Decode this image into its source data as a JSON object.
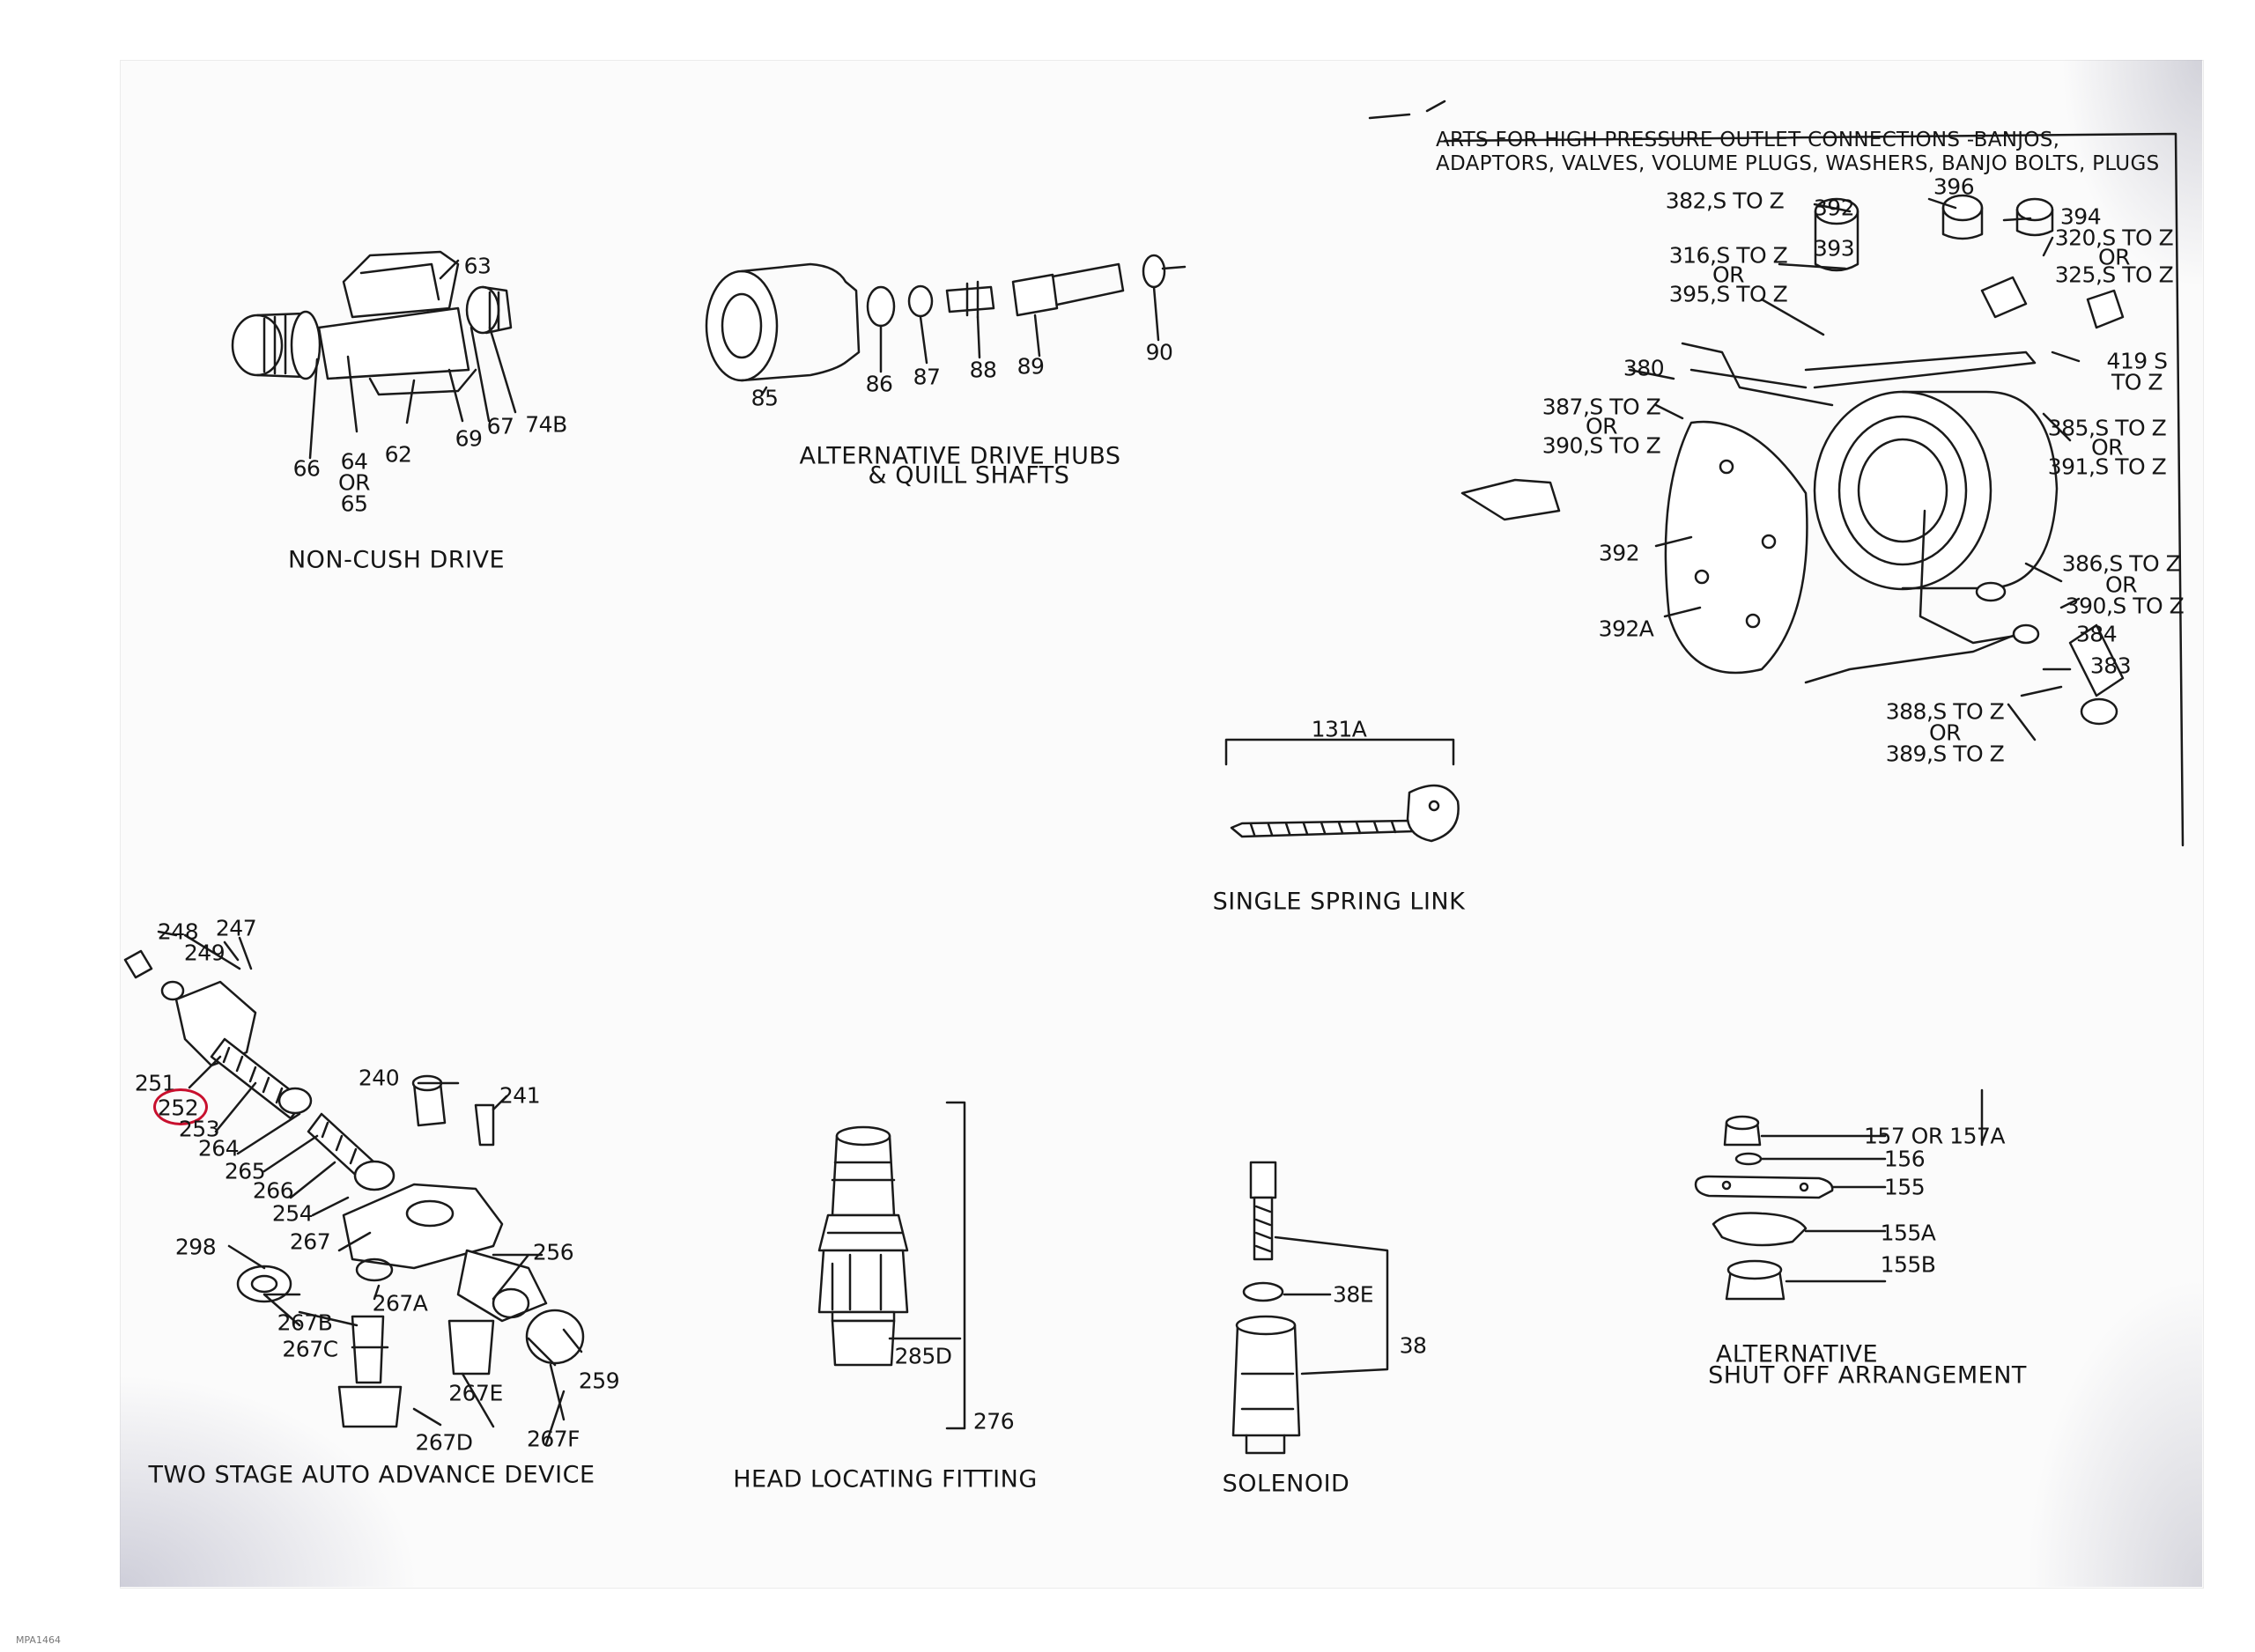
{
  "document": {
    "header_line1": "ARTS FOR HIGH PRESSURE OUTLET CONNECTIONS -BANJOS,",
    "header_line2": "ADAPTORS, VALVES, VOLUME PLUGS, WASHERS, BANJO BOLTS, PLUGS",
    "footer_code": "MPA1464"
  },
  "captions": {
    "non_cush": "NON-CUSH DRIVE",
    "alt_hubs_1": "ALTERNATIVE DRIVE HUBS",
    "alt_hubs_2": "& QUILL SHAFTS",
    "spring_link": "SINGLE SPRING LINK",
    "auto_advance": "TWO STAGE AUTO ADVANCE DEVICE",
    "head_locating": "HEAD LOCATING FITTING",
    "solenoid": "SOLENOID",
    "shutoff_1": "ALTERNATIVE",
    "shutoff_2": "SHUT OFF ARRANGEMENT"
  },
  "labels": {
    "p63": "63",
    "p66": "66",
    "p64": "64",
    "p64or": "OR",
    "p65": "65",
    "p62": "62",
    "p69": "69",
    "p67": "67",
    "p74b": "74B",
    "p85": "85",
    "p86": "86",
    "p87": "87",
    "p88": "88",
    "p89": "89",
    "p90": "90",
    "p382": "382,S TO Z",
    "p392a_top": "392",
    "p396": "396",
    "p394": "394",
    "p320": "320,S TO Z",
    "p320or": "OR",
    "p325": "325,S TO Z",
    "p316": "316,S TO Z",
    "p316or": "OR",
    "p395": "395,S TO Z",
    "p393": "393",
    "p380": "380",
    "p419": "419 S",
    "p419b": "TO Z",
    "p387": "387,S TO Z",
    "p387or": "OR",
    "p390": "390,S TO Z",
    "p385": "385,S TO Z",
    "p385or": "OR",
    "p391": "391,S TO Z",
    "p392": "392",
    "p392A": "392A",
    "p386": "386,S TO Z",
    "p386or": "OR",
    "p390b": "390,S TO Z",
    "p384": "384",
    "p383": "383",
    "p388": "388,S TO Z",
    "p388or": "OR",
    "p389": "389,S TO Z",
    "p131a": "131A",
    "p248": "248",
    "p247": "247",
    "p249": "249",
    "p251": "251",
    "p252": "252",
    "p253": "253",
    "p264": "264",
    "p265": "265",
    "p266": "266",
    "p254": "254",
    "p240": "240",
    "p241": "241",
    "p267": "267",
    "p256": "256",
    "p298": "298",
    "p267A": "267A",
    "p267B": "267B",
    "p267C": "267C",
    "p267E": "267E",
    "p259": "259",
    "p267D": "267D",
    "p267F": "267F",
    "p285D": "285D",
    "p276": "276",
    "p38E": "38E",
    "p38": "38",
    "p157": "157 OR 157A",
    "p156": "156",
    "p155": "155",
    "p155A": "155A",
    "p155B": "155B"
  }
}
